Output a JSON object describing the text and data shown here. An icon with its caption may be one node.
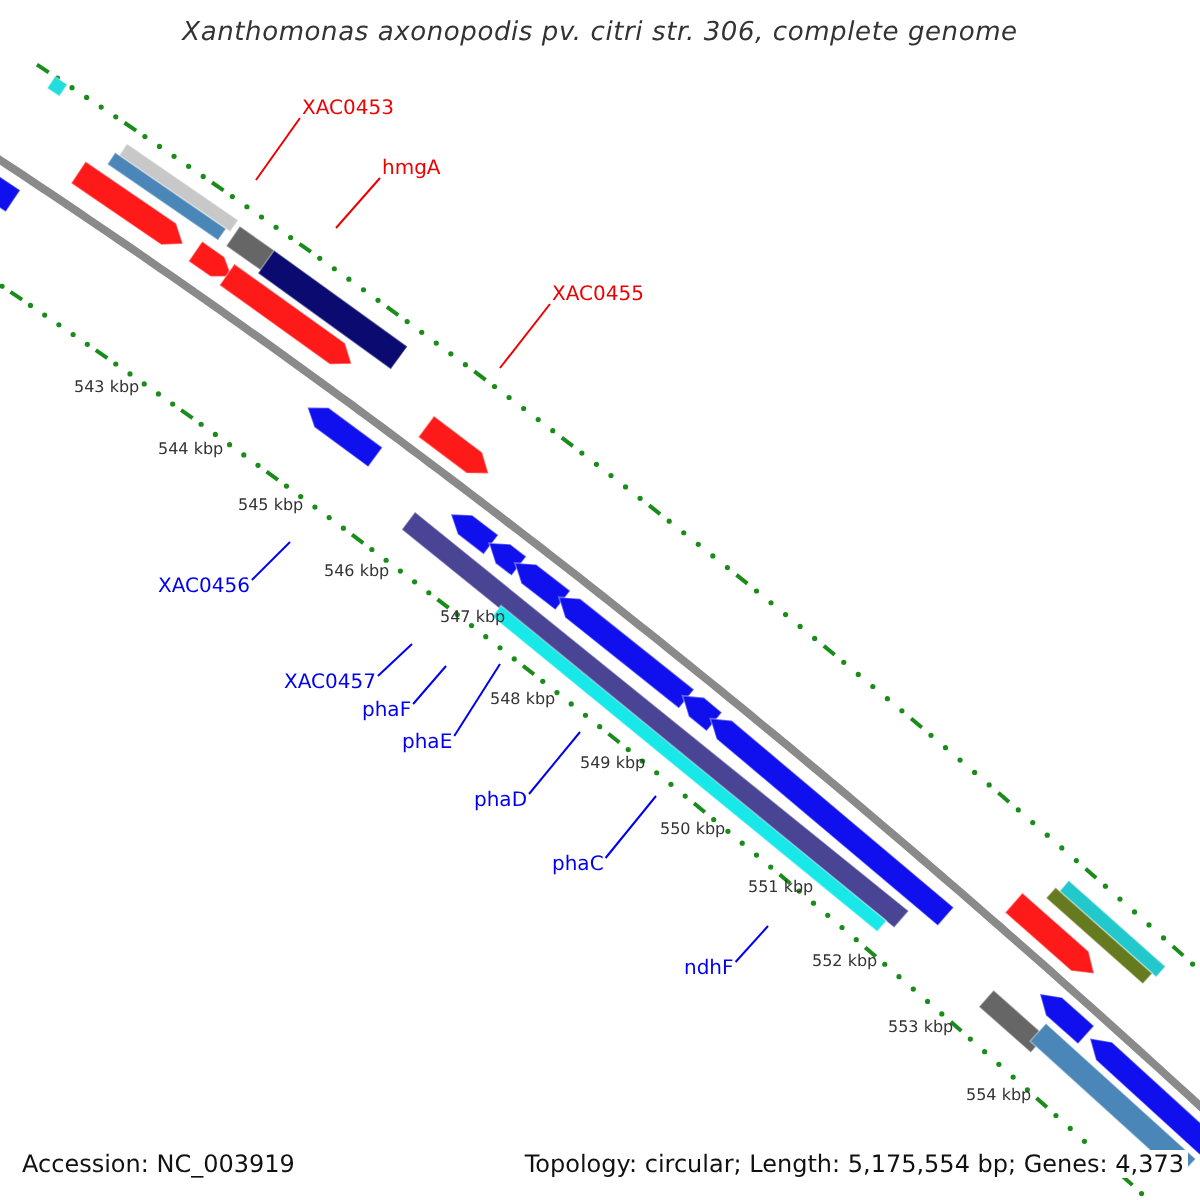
{
  "diagram": {
    "title": "Xanthomonas axonopodis pv. citri str. 306, complete genome",
    "nodes": [
      {
        "text": [
          "XAC0453"
        ]
      },
      {
        "text": [
          "hmgA"
        ]
      },
      {
        "text": [
          "XAC0455"
        ]
      },
      {
        "text": [
          "XAC0456"
        ]
      },
      {
        "text": [
          "XAC0457"
        ]
      },
      {
        "text": [
          "phaF"
        ]
      },
      {
        "text": [
          "phaE"
        ]
      },
      {
        "text": [
          "phaD"
        ]
      },
      {
        "text": [
          "phaC"
        ]
      },
      {
        "text": [
          "ndhF"
        ]
      }
    ],
    "edges": [
      {
        "from": 0,
        "to": null,
        "arrow": "none",
        "color": "#ee0000"
      },
      {
        "from": 1,
        "to": null,
        "arrow": "none",
        "color": "#ee0000"
      },
      {
        "from": 2,
        "to": null,
        "arrow": "none",
        "color": "#ee0000"
      },
      {
        "from": 3,
        "to": null,
        "arrow": "none"
      },
      {
        "from": 4,
        "to": null,
        "arrow": "none"
      },
      {
        "from": 5,
        "to": null,
        "arrow": "none"
      },
      {
        "from": 6,
        "to": null,
        "arrow": "none"
      },
      {
        "from": 7,
        "to": null,
        "arrow": "none"
      },
      {
        "from": 8,
        "to": null,
        "arrow": "none"
      },
      {
        "from": 9,
        "to": null,
        "arrow": "none"
      }
    ],
    "labels": [
      "543 kbp",
      "544 kbp",
      "545 kbp",
      "546 kbp",
      "547 kbp",
      "548 kbp",
      "549 kbp",
      "550 kbp",
      "551 kbp",
      "552 kbp",
      "553 kbp",
      "554 kbp",
      "Accession: NC_003919",
      "Topology: circular; Length: 5,175,554 bp; Genes: 4,373"
    ]
  }
}
